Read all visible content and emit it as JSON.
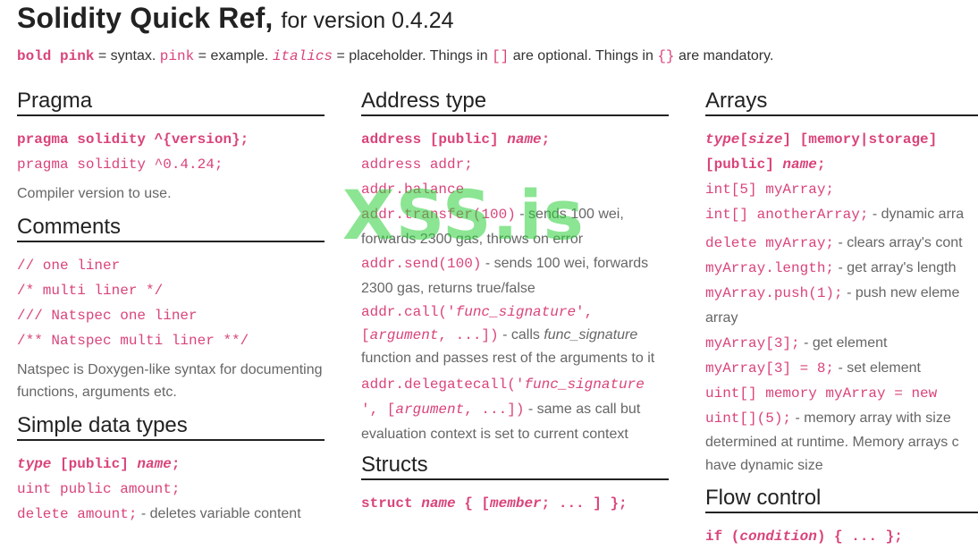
{
  "header": {
    "title": "Solidity Quick Ref,",
    "subtitle": "for version 0.4.24"
  },
  "legend": {
    "bold_pink": "bold pink",
    "eq_syntax": " = syntax. ",
    "pink": "pink",
    "eq_example": " = example. ",
    "italics": "italics",
    "eq_placeholder": " = placeholder. Things in ",
    "brackets": "[]",
    "optional": " are optional. Things in ",
    "braces": "{}",
    "mandatory": " are mandatory."
  },
  "pragma": {
    "heading": "Pragma",
    "l1": "pragma solidity ^{version};",
    "l2": "pragma solidity ^0.4.24;",
    "desc": "Compiler version to use."
  },
  "comments": {
    "heading": "Comments",
    "l1": "// one liner",
    "l2": "/* multi liner */",
    "l3": "/// Natspec one liner",
    "l4": "/** Natspec multi liner **/",
    "desc": "Natspec is Doxygen-like syntax for documenting functions, arguments etc."
  },
  "simple": {
    "heading": "Simple data types",
    "l1_type": "type",
    "l1_public": " [public] ",
    "l1_name": "name",
    "l1_end": ";",
    "l2": "uint public amount;",
    "l3": "delete amount;",
    "l3_desc": " - deletes variable content"
  },
  "address": {
    "heading": "Address type",
    "l1_pre": "address [public] ",
    "l1_name": "name",
    "l1_end": ";",
    "l2": "address addr;",
    "l3": "addr.balance",
    "l4": "addr.transfer(100)",
    "l4_desc": " - sends 100 wei, forwards 2300 gas, throws on error",
    "l5": "addr.send(100)",
    "l5_desc": " - sends 100 wei, forwards 2300 gas, returns true/false",
    "l6_a": "addr.call('",
    "l6_b": "func_signature",
    "l6_c": "',",
    "l6_d": "[",
    "l6_e": "argument",
    "l6_f": ", ...])",
    "l6_desc1": " - calls ",
    "l6_desc2": "func_signature",
    "l6_desc3": " function and passes rest of the arguments to it",
    "l7_a": "addr.delegatecall('",
    "l7_b": "func_signature",
    "l7_c": "', [",
    "l7_d": "argument",
    "l7_e": ", ...])",
    "l7_desc": " - same as call but evaluation context is set to current context"
  },
  "structs": {
    "heading": "Structs",
    "l1_a": "struct ",
    "l1_b": "name",
    "l1_c": " { [",
    "l1_d": "member",
    "l1_e": "; ... ] };"
  },
  "arrays": {
    "heading": "Arrays",
    "l1_a": "type",
    "l1_b": "[",
    "l1_c": "size",
    "l1_d": "] [memory|storage]",
    "l2_a": "[public] ",
    "l2_b": "name",
    "l2_c": ";",
    "l3": "int[5] myArray;",
    "l4": "int[] anotherArray;",
    "l4_desc": " - dynamic arra",
    "l5": "delete myArray;",
    "l5_desc": " - clears array's cont",
    "l6": "myArray.length;",
    "l6_desc": " - get array's length",
    "l7": "myArray.push(1);",
    "l7_desc": " - push new eleme",
    "l7_desc2": "array",
    "l8": "myArray[3];",
    "l8_desc": " - get element",
    "l9": "myArray[3] = 8;",
    "l9_desc": " - set element",
    "l10": "uint[] memory myArray = new",
    "l11": "uint[](5);",
    "l11_desc": " - memory array with size",
    "l11_desc2": "determined at runtime. Memory arrays c",
    "l11_desc3": "have dynamic size"
  },
  "flow": {
    "heading": "Flow control",
    "l1_a": "if (",
    "l1_b": "condition",
    "l1_c": ") { ... };"
  },
  "watermark": "XSS.is",
  "colors": {
    "pink": "#d9447a",
    "text": "#333333",
    "muted": "#666666",
    "watermark": "#2dd13c"
  }
}
